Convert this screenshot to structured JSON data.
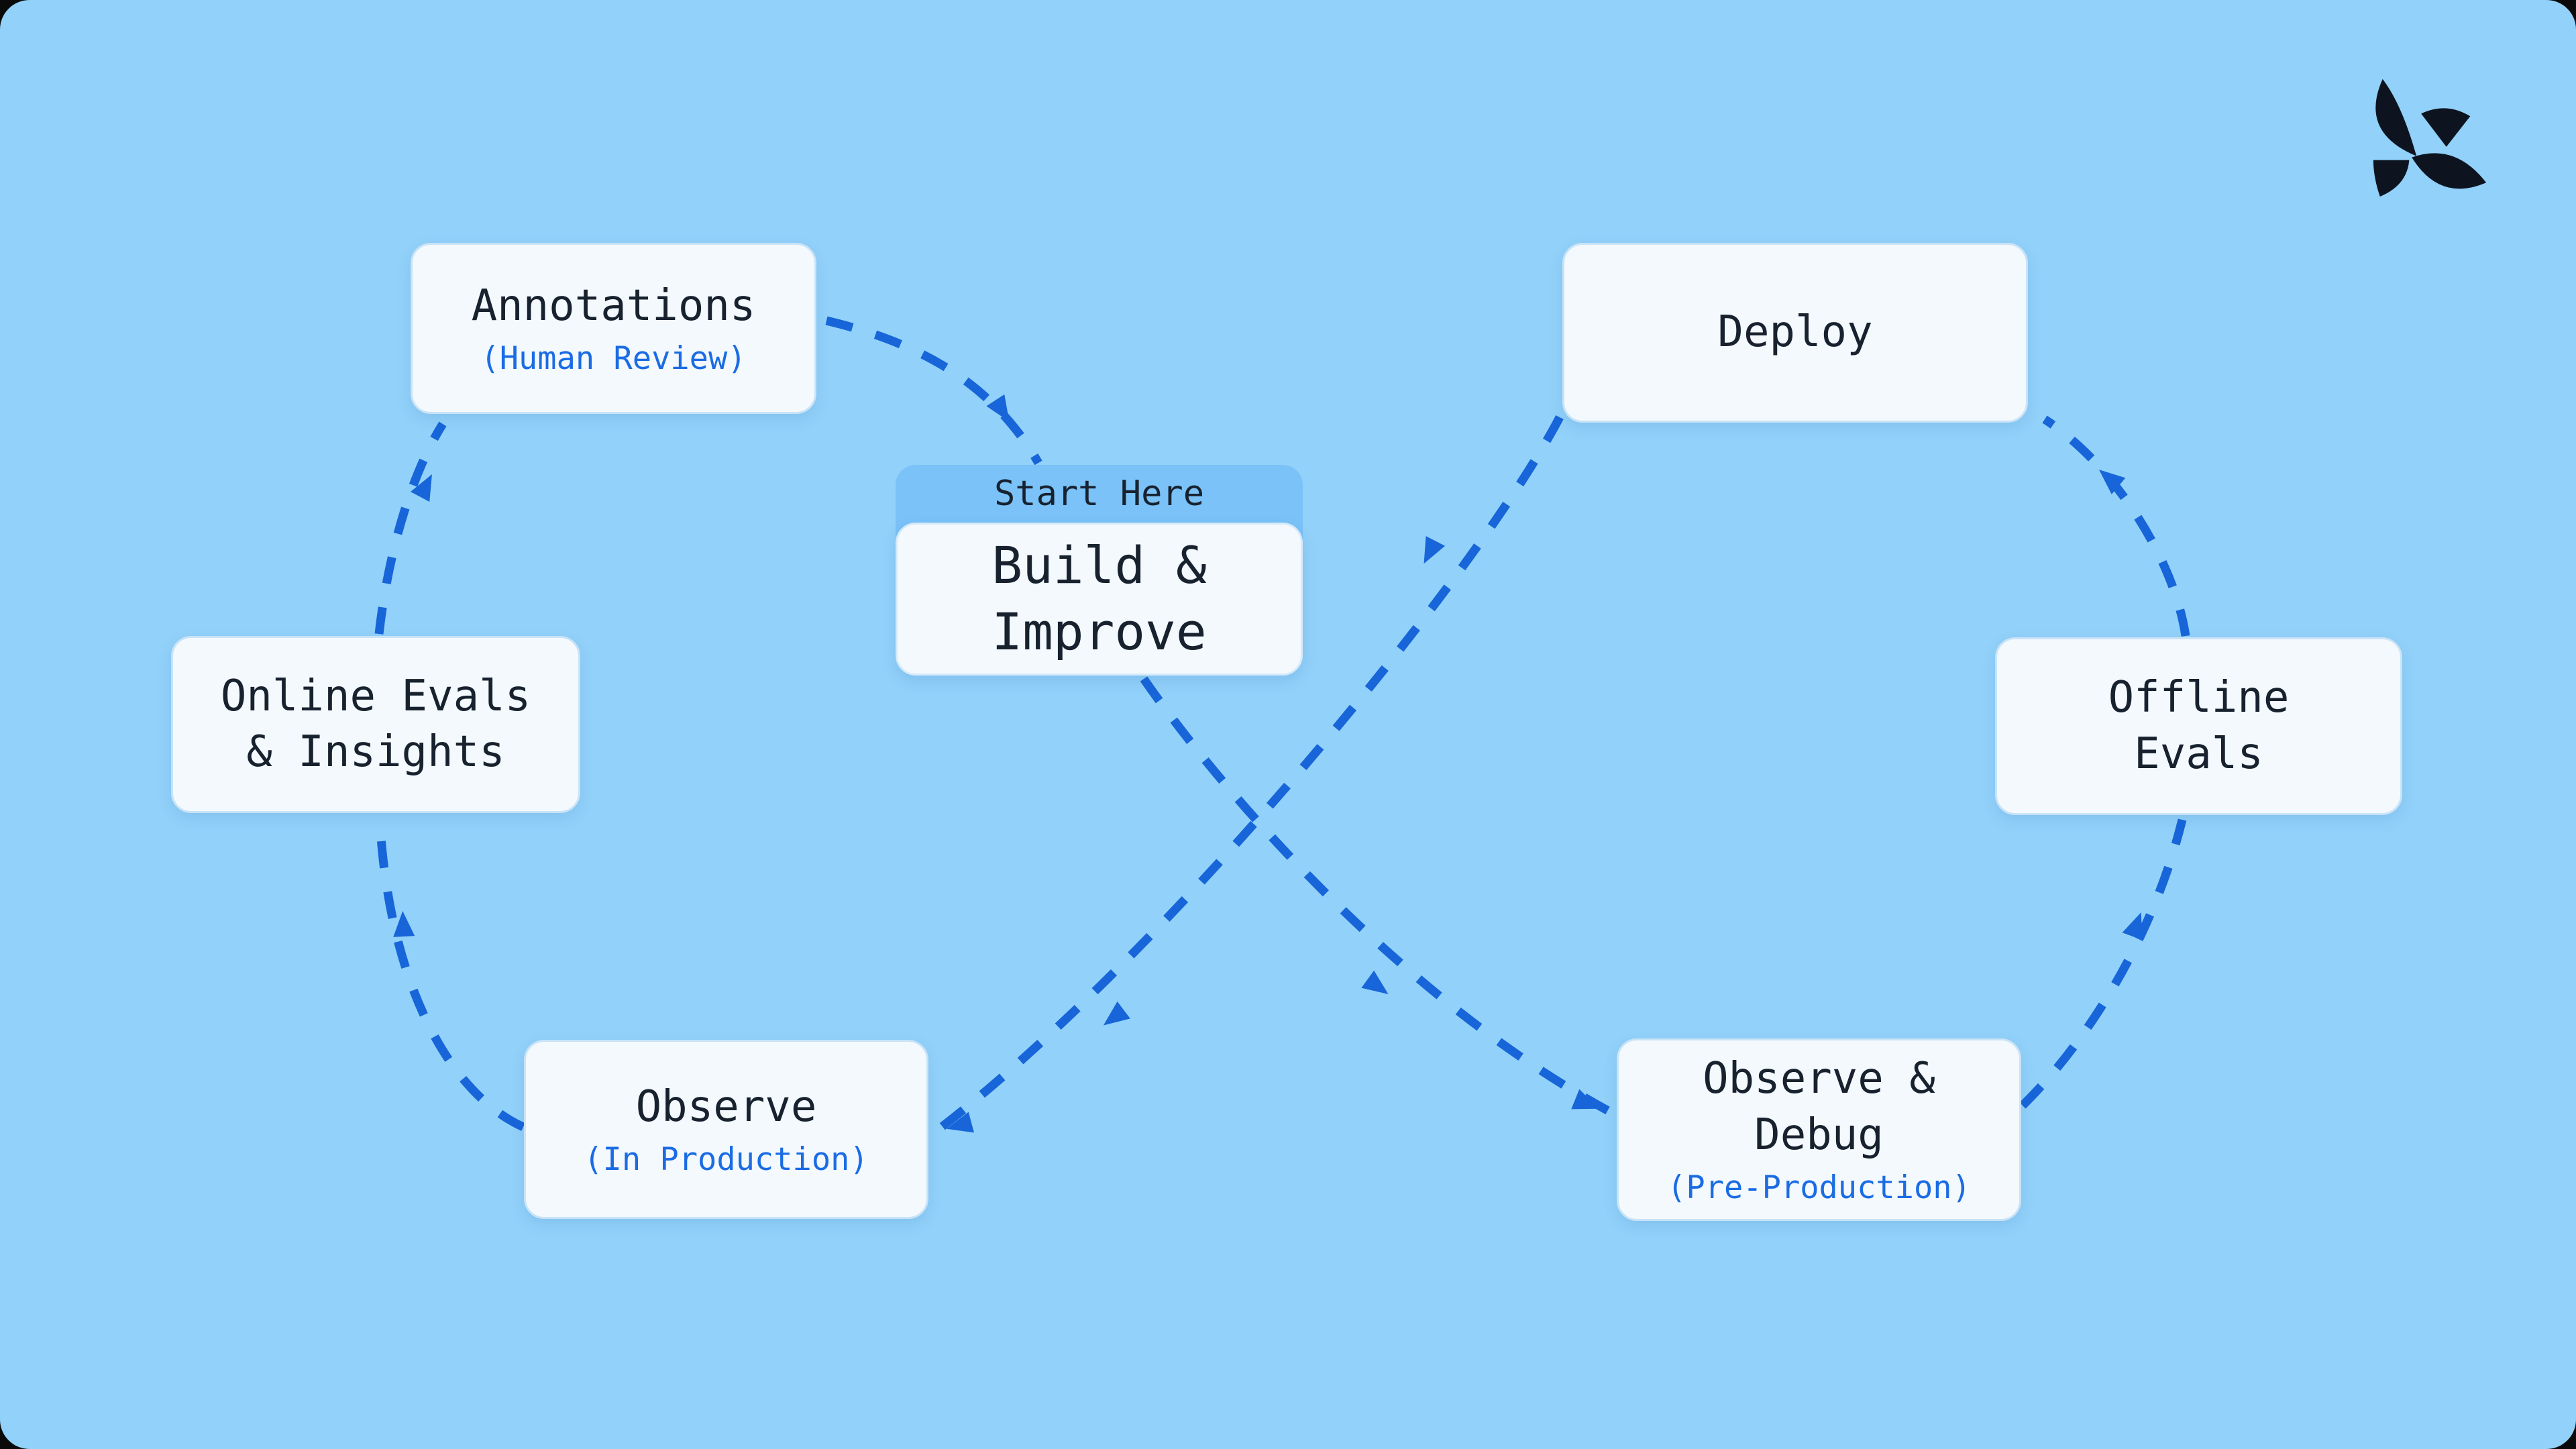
{
  "diagram": {
    "title_hint": "LLM application development lifecycle figure-eight loop",
    "background_color": "#92D1F9",
    "card_color": "#F3F9FD",
    "badge_color": "#7AC2F8",
    "text_dark_color": "#18222F",
    "text_blue_color": "#1B6CE4",
    "arrow_color": "#1765D9"
  },
  "brand": {
    "logo_name": "leaf-petal-brand-mark",
    "logo_color": "#0D1420"
  },
  "nodes": {
    "annotations": {
      "title": "Annotations",
      "subtitle": "(Human Review)"
    },
    "build_improve": {
      "badge": "Start Here",
      "title": "Build &\nImprove"
    },
    "deploy": {
      "title": "Deploy"
    },
    "online_evals": {
      "title": "Online Evals\n& Insights"
    },
    "offline_evals": {
      "title": "Offline\nEvals"
    },
    "observe_production": {
      "title": "Observe",
      "subtitle": "(In Production)"
    },
    "observe_debug": {
      "title": "Observe &\nDebug",
      "subtitle": "(Pre-Production)"
    }
  },
  "edges": [
    {
      "from": "Annotations (Human Review)",
      "to": "Build & Improve"
    },
    {
      "from": "Build & Improve",
      "to": "Observe & Debug (Pre-Production)"
    },
    {
      "from": "Observe & Debug (Pre-Production)",
      "to": "Offline Evals"
    },
    {
      "from": "Offline Evals",
      "to": "Deploy"
    },
    {
      "from": "Deploy",
      "to": "Observe (In Production)"
    },
    {
      "from": "Observe (In Production)",
      "to": "Online Evals & Insights"
    },
    {
      "from": "Online Evals & Insights",
      "to": "Annotations (Human Review)"
    }
  ]
}
